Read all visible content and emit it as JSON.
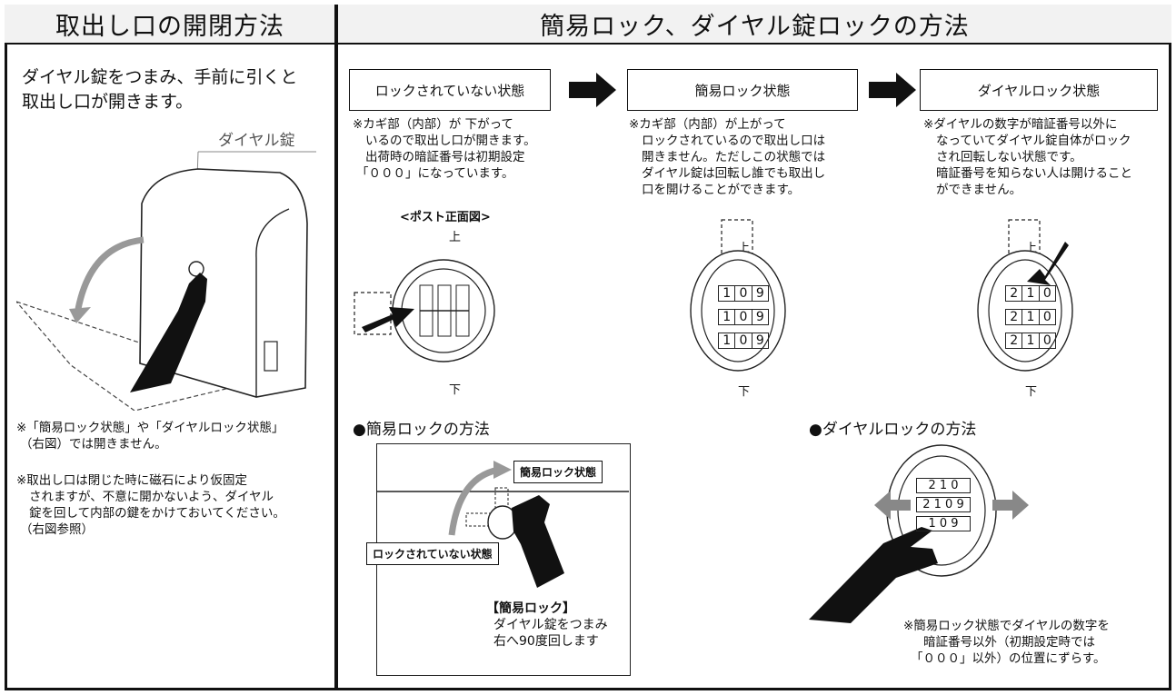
{
  "header": {
    "left_title": "取出し口の開閉方法",
    "right_title": "簡易ロック、ダイヤル錠ロックの方法"
  },
  "left": {
    "intro_line1": "ダイヤル錠をつまみ、手前に引くと",
    "intro_line2": "取出し口が開きます。",
    "dial_lock_label": "ダイヤル錠",
    "note1_line1": "※「簡易ロック状態」や「ダイヤルロック状態」",
    "note1_line2": "（右図）では開きません。",
    "note2_line1": "※取出し口は閉じた時に磁石により仮固定",
    "note2_line2": "されますが、不意に開かないよう、ダイヤル",
    "note2_line3": "錠を回して内部の鍵をかけておいてください。",
    "note2_line4": "（右図参照）"
  },
  "states": [
    {
      "title": "ロックされていない状態",
      "desc": [
        "※カギ部（内部）が 下がって",
        "いるので取出し口が開きます。",
        "出荷時の暗証番号は初期設定",
        "「０００」になっています。"
      ]
    },
    {
      "title": "簡易ロック状態",
      "desc": [
        "※カギ部（内部）が上がって",
        "ロックされているので取出し口は",
        "開きません。ただしこの状態では",
        "ダイヤル錠は回転し誰でも取出し",
        "口を開けることができます。"
      ]
    },
    {
      "title": "ダイヤルロック状態",
      "desc": [
        "※ダイヤルの数字が暗証番号以外に",
        "なっていてダイヤル錠自体がロック",
        "され回転しない状態です。",
        "暗証番号を知らない人は開けること",
        "ができません。"
      ]
    }
  ],
  "diagram": {
    "front_view": "<ポスト正面図>",
    "up": "上",
    "down": "下",
    "digits_unlocked": [
      "1",
      "0",
      "9"
    ],
    "digits_locked": [
      "2",
      "1",
      "0"
    ]
  },
  "simple_lock": {
    "heading": "●簡易ロックの方法",
    "state_locked": "簡易ロック状態",
    "state_unlocked": "ロックされていない状態",
    "caption_title": "【簡易ロック】",
    "caption_line1": "ダイヤル錠をつまみ",
    "caption_line2": "右へ90度回します"
  },
  "dial_lock": {
    "heading": "●ダイヤルロックの方法",
    "note_line1": "※簡易ロック状態でダイヤルの数字を",
    "note_line2": "暗証番号以外（初期設定時では",
    "note_line3": "「０００」以外）の位置にずらす。",
    "wheel_rows": [
      "2 1 0",
      "2 1 0 9",
      "1 0 9"
    ]
  }
}
